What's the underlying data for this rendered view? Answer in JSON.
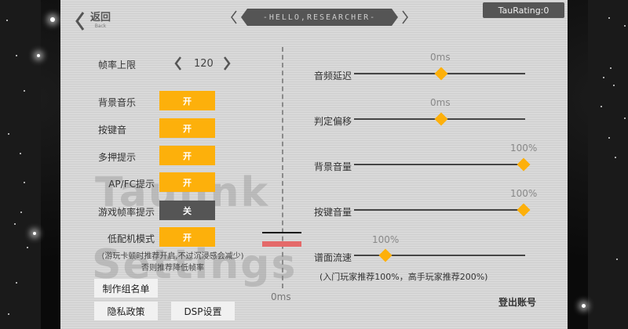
{
  "header": {
    "back_label": "返回",
    "back_sub": "Back",
    "title": "-HELLO,RESEARCHER-",
    "rating": "TauRating:0"
  },
  "watermark": {
    "line1": "Taulink",
    "line2": "Settings"
  },
  "left": {
    "fps": {
      "label": "帧率上限",
      "value": "120"
    },
    "toggles": [
      {
        "label": "背景音乐",
        "state": "开",
        "on": true
      },
      {
        "label": "按键音",
        "state": "开",
        "on": true
      },
      {
        "label": "多押提示",
        "state": "开",
        "on": true
      },
      {
        "label": "AP/FC提示",
        "state": "开",
        "on": true
      },
      {
        "label": "游戏帧率提示",
        "state": "关",
        "on": false
      },
      {
        "label": "低配机模式",
        "state": "开",
        "on": true
      }
    ],
    "note_line1": "(游玩卡顿时推荐开启,不过沉浸感会减少)",
    "note_line2": "否则推荐降低帧率",
    "buttons": {
      "credits": "制作组名单",
      "privacy": "隐私政策",
      "dsp": "DSP设置"
    }
  },
  "offset_preview": {
    "value": "0ms"
  },
  "right": {
    "sliders": [
      {
        "label": "音频延迟",
        "value": "0ms",
        "percent": 50
      },
      {
        "label": "判定偏移",
        "value": "0ms",
        "percent": 50
      },
      {
        "label": "背景音量",
        "value": "100%",
        "percent": 100
      },
      {
        "label": "按键音量",
        "value": "100%",
        "percent": 100
      },
      {
        "label": "谱面流速",
        "value": "100%",
        "percent": 7
      }
    ],
    "speed_note": "(入门玩家推荐100%，高手玩家推荐200%)",
    "logout": "登出账号"
  },
  "colors": {
    "accent": "#fdb00b",
    "toggle_off": "#555555",
    "panel_bg": "#d9d9d9",
    "offset_red": "#e46a6a"
  }
}
